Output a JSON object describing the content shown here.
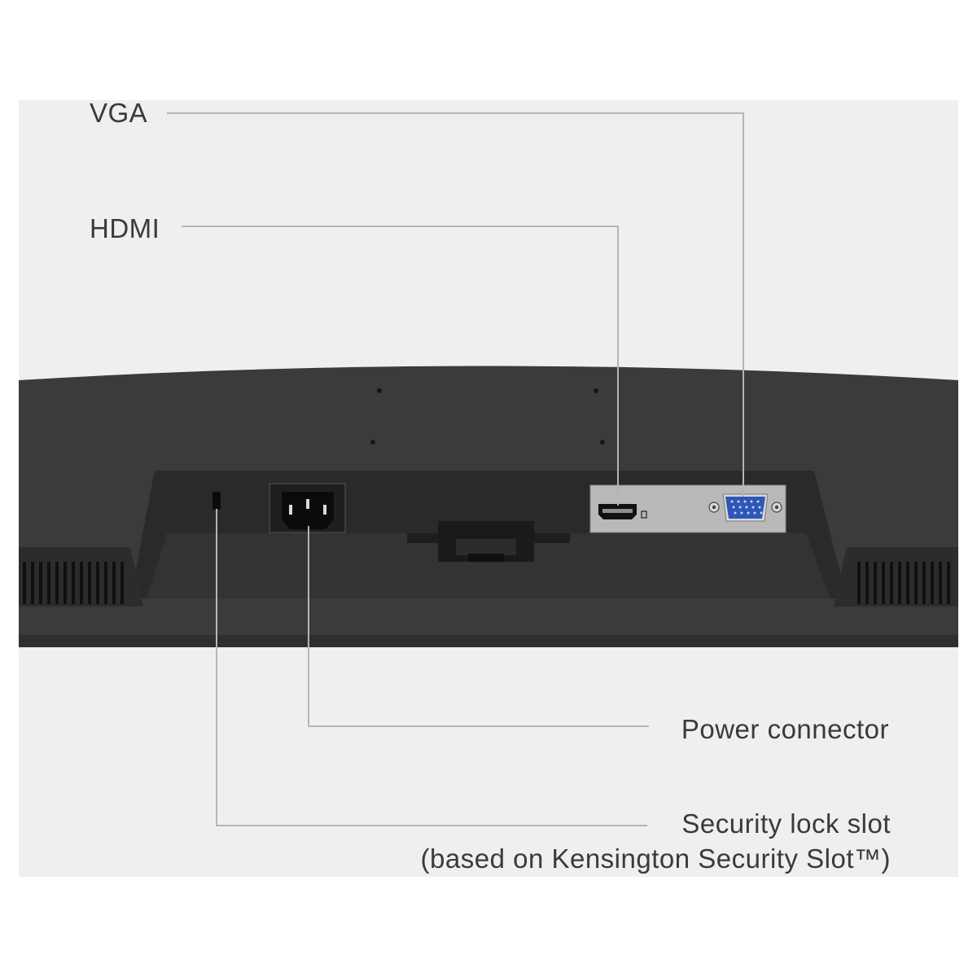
{
  "callouts": {
    "vga": "VGA",
    "hdmi": "HDMI",
    "power": "Power connector",
    "lock_line1": "Security lock slot",
    "lock_line2": "(based on Kensington Security Slot™)"
  },
  "colors": {
    "background": "#efefef",
    "monitor_body": "#3a3a3a",
    "port_plate": "#b9b9b9",
    "vga_port": "#2e56b8",
    "leader_line": "#b5b5b5",
    "text": "#3a3a3a"
  }
}
